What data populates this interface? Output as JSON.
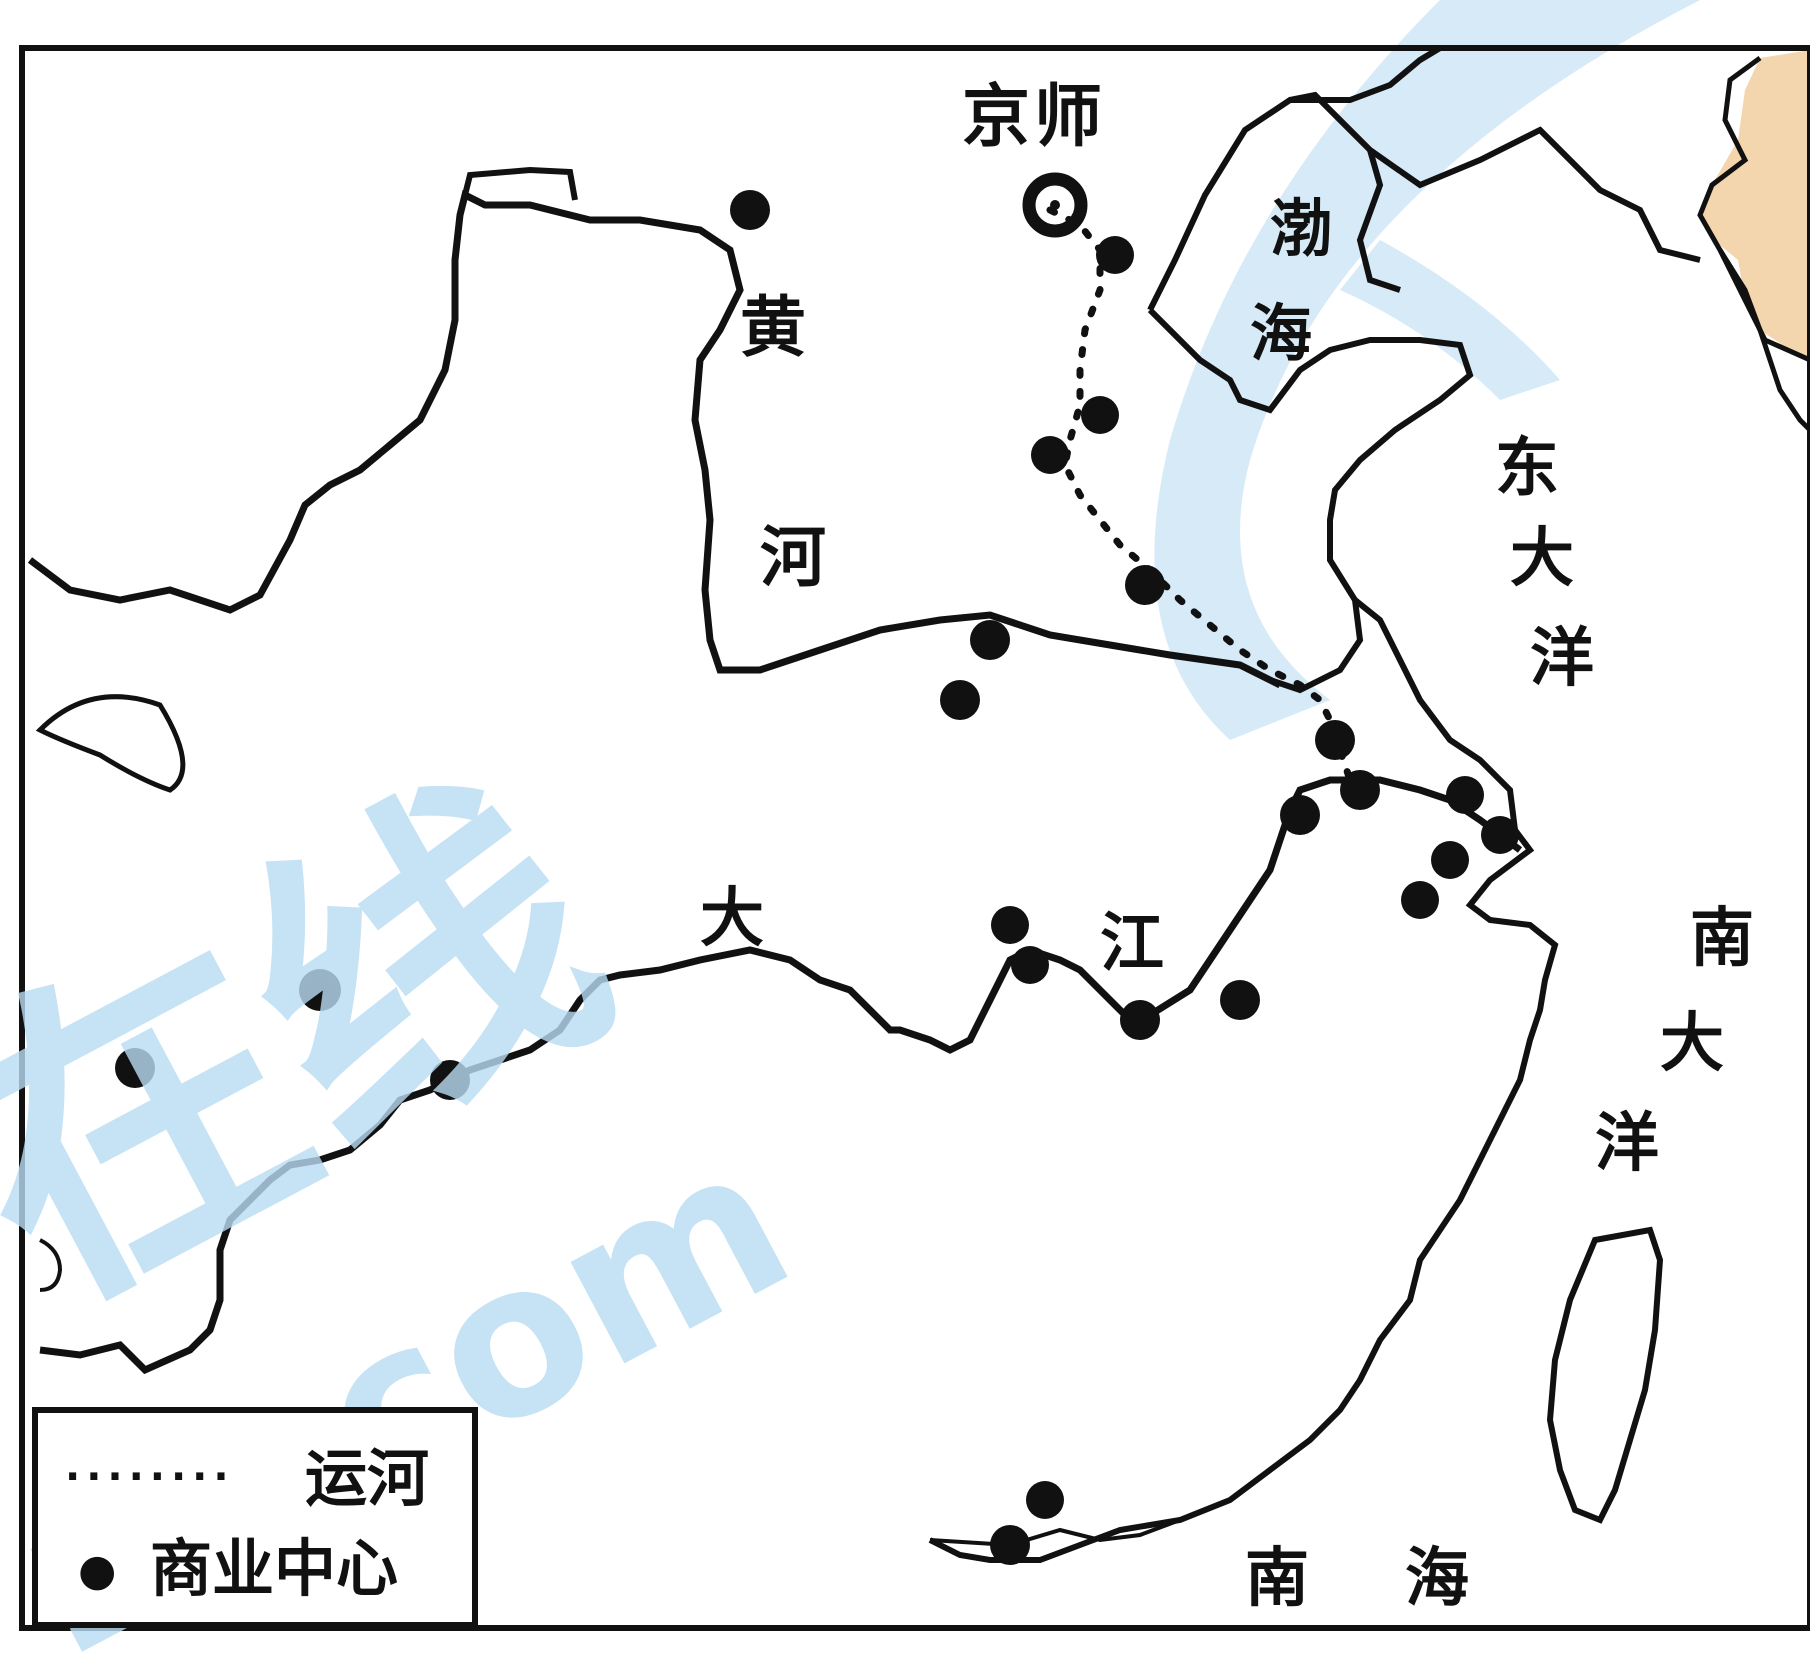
{
  "labels": {
    "capital": "京师",
    "huang_1": "黄",
    "huang_2": "河",
    "bohai_1": "渤",
    "bohai_2": "海",
    "east_1": "东",
    "east_2": "大",
    "east_3": "洋",
    "da": "大",
    "jiang": "江",
    "south_ocean_1": "南",
    "south_ocean_2": "大",
    "south_ocean_3": "洋",
    "nan": "南",
    "hai": "海"
  },
  "legend": {
    "canal_line": "........",
    "canal": "运河",
    "center_dot": "●",
    "center": "商业中心"
  },
  "watermark": {
    "cn": "在线",
    "en": "zx.com"
  },
  "colors": {
    "ink": "#111111",
    "sea_band": "#cfe6f6",
    "korea_fill": "#f3d6ad",
    "watermark": "#b9dcf3"
  }
}
